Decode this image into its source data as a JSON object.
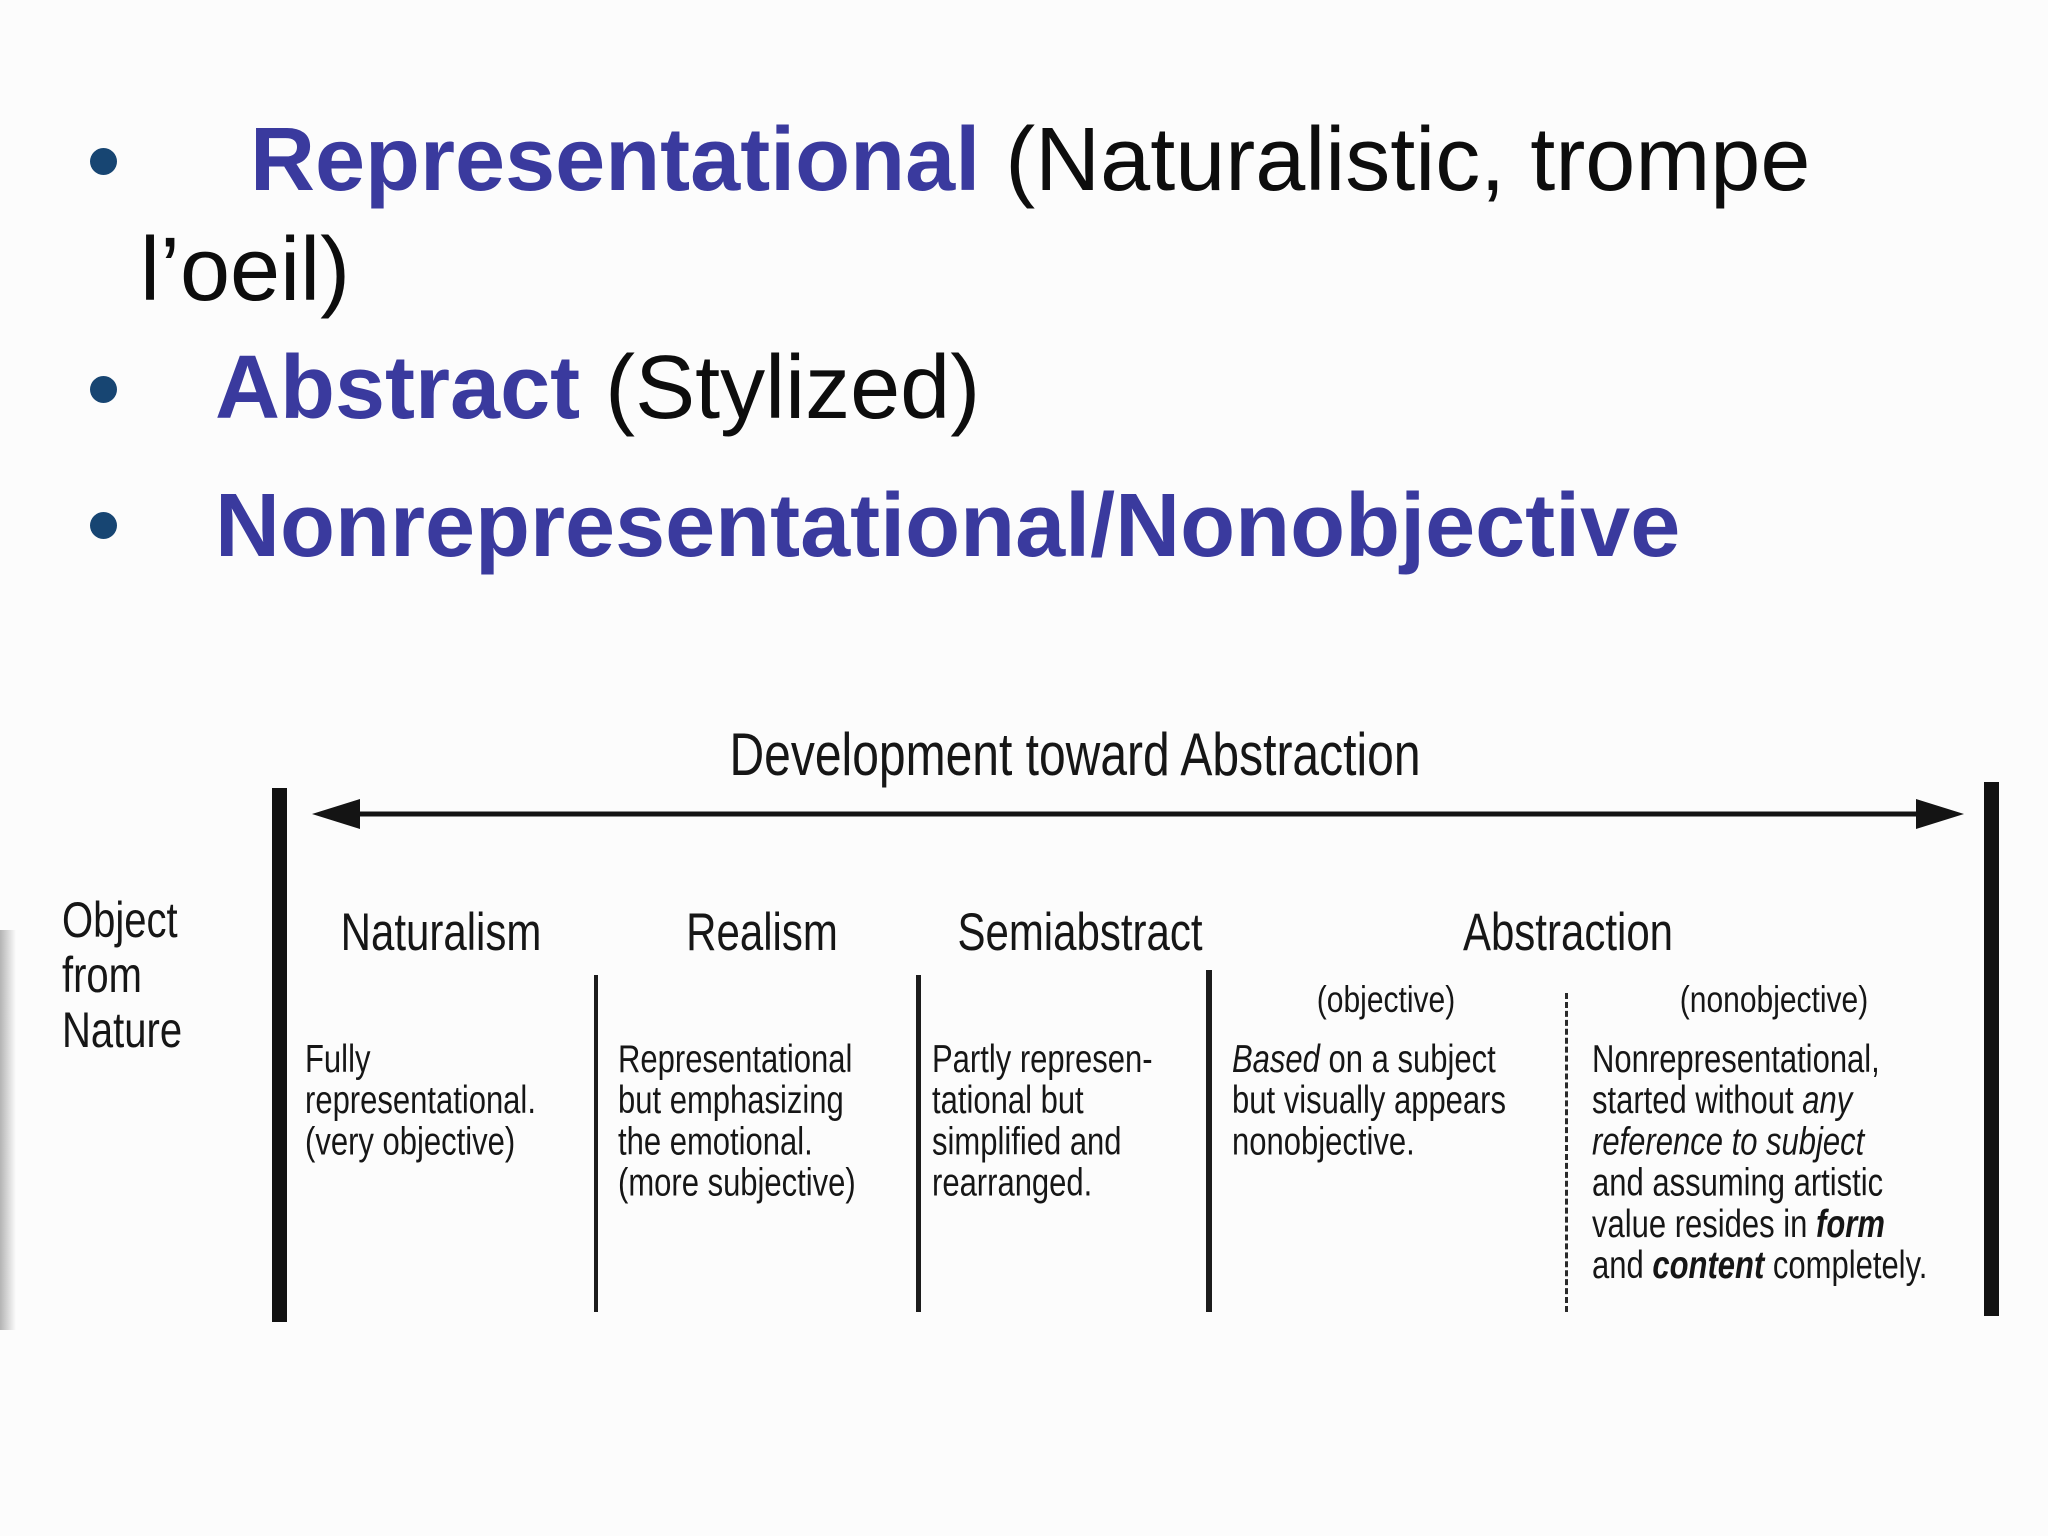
{
  "colors": {
    "accent_blue": "#3a3a9e",
    "bullet_navy": "#174572",
    "ink": "#141414",
    "paper": "#fcfcfc"
  },
  "bullets": {
    "b1_line1": [
      {
        "t": "Representational",
        "s": "lead"
      },
      {
        "t": " (Naturalistic, trompe"
      }
    ],
    "b1_line2": [
      {
        "t": "l’oeil)"
      }
    ],
    "b2": [
      {
        "t": "Abstract",
        "s": "lead"
      },
      {
        "t": " (Stylized)"
      }
    ],
    "b3": [
      {
        "t": "Nonrepresentational/Nonobjective",
        "s": "lead"
      }
    ]
  },
  "diagram": {
    "title": "Development toward Abstraction",
    "object_label": {
      "line1": "Object",
      "line2": "from",
      "line3": "Nature"
    },
    "headers": {
      "naturalism": "Naturalism",
      "realism": "Realism",
      "semiabstract": "Semiabstract",
      "abstraction": "Abstraction",
      "objective": "(objective)",
      "nonobjective": "(nonobjective)"
    },
    "cells": {
      "naturalism": [
        {
          "t": "Fully"
        },
        {
          "br": true
        },
        {
          "t": "representational."
        },
        {
          "br": true
        },
        {
          "t": "(very objective)"
        }
      ],
      "realism": [
        {
          "t": "Representational"
        },
        {
          "br": true
        },
        {
          "t": "but emphasizing"
        },
        {
          "br": true
        },
        {
          "t": "the emotional."
        },
        {
          "br": true
        },
        {
          "t": "(more subjective)"
        }
      ],
      "semiabstract": [
        {
          "t": "Partly represen-"
        },
        {
          "br": true
        },
        {
          "t": "tational but"
        },
        {
          "br": true
        },
        {
          "t": "simplified and"
        },
        {
          "br": true
        },
        {
          "t": "rearranged."
        }
      ],
      "abstraction_objective": [
        {
          "t": "Based",
          "s": "i"
        },
        {
          "t": " on a subject"
        },
        {
          "br": true
        },
        {
          "t": "but visually appears"
        },
        {
          "br": true
        },
        {
          "t": "nonobjective."
        }
      ],
      "abstraction_nonobjective": [
        {
          "t": "Nonrepresentational,"
        },
        {
          "br": true
        },
        {
          "t": "started without "
        },
        {
          "t": "any",
          "s": "i"
        },
        {
          "br": true
        },
        {
          "t": "reference to subject",
          "s": "i"
        },
        {
          "br": true
        },
        {
          "t": "and assuming artistic"
        },
        {
          "br": true
        },
        {
          "t": "value resides in "
        },
        {
          "t": "form",
          "s": "bi"
        },
        {
          "br": true
        },
        {
          "t": "and "
        },
        {
          "t": "content",
          "s": "bi"
        },
        {
          "t": " completely."
        }
      ]
    }
  }
}
